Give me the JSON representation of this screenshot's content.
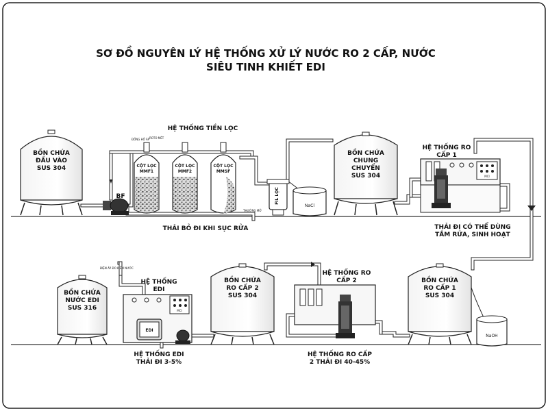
{
  "diagram": {
    "title_line1": "SƠ ĐỒ NGUYÊN LÝ HỆ THỐNG XỬ LÝ NƯỚC RO 2 CẤP, NƯỚC",
    "title_line2": "SIÊU TINH KHIẾT EDI",
    "pretreatment_label": "HỆ THỐNG TIỀN LỌC",
    "backwash_drain_label": "THẢI BỎ ĐI KHI SỤC RỬA",
    "inlet_tank": [
      "BỒN CHỨA",
      "ĐẦU VÀO",
      "SUS 304"
    ],
    "pump_bf_label": "BF",
    "columns": [
      {
        "name": "CỘT LỌC",
        "code": "MMF1"
      },
      {
        "name": "CỘT LỌC",
        "code": "MMF2"
      },
      {
        "name": "CỘT LỌC",
        "code": "MMSF"
      }
    ],
    "cartridge_filter_label": "FIL LỌC",
    "nacl_label": "NaCl",
    "common_tank": [
      "BỒN CHỨA",
      "CHUNG",
      "CHUYỂN",
      "SUS 304"
    ],
    "ro1_system": [
      "HỆ THỐNG RO",
      "CẤP 1"
    ],
    "ro1_drain": [
      "THẢI ĐI CÓ THỂ DÙNG",
      "TẮM RỬA, SINH HOẠT"
    ],
    "ro1_tank": [
      "BỒN CHỨA",
      "RO CẤP 1",
      "SUS 304"
    ],
    "naoh_label": "NaOH",
    "ro2_system": [
      "HỆ THỐNG RO",
      "CẤP 2"
    ],
    "ro2_tank": [
      "BỒN CHỨA",
      "RO CẤP 2",
      "SUS 304"
    ],
    "ro2_drain": [
      "HỆ THỐNG RO CẤP",
      "2 THẢI ĐI 40-45%"
    ],
    "edi_system": [
      "HỆ THỐNG",
      "EDI"
    ],
    "edi_module_label": "EDI",
    "edi_tank": [
      "BỒN CHỨA",
      "NƯỚC EDI",
      "SUS 316"
    ],
    "edi_drain": [
      "HỆ THỐNG EDI",
      "THẢI ĐI 3-5%"
    ],
    "panel_label": "MCI",
    "valve_labels": {
      "inlet": "ĐỒNG HỒ ÁP",
      "top": "ROTO MÉT",
      "drain": "THƯỜNG MỞ",
      "edi_meter": "ĐIỆN ÁP ĐO KIỂM NƯỚC"
    }
  }
}
